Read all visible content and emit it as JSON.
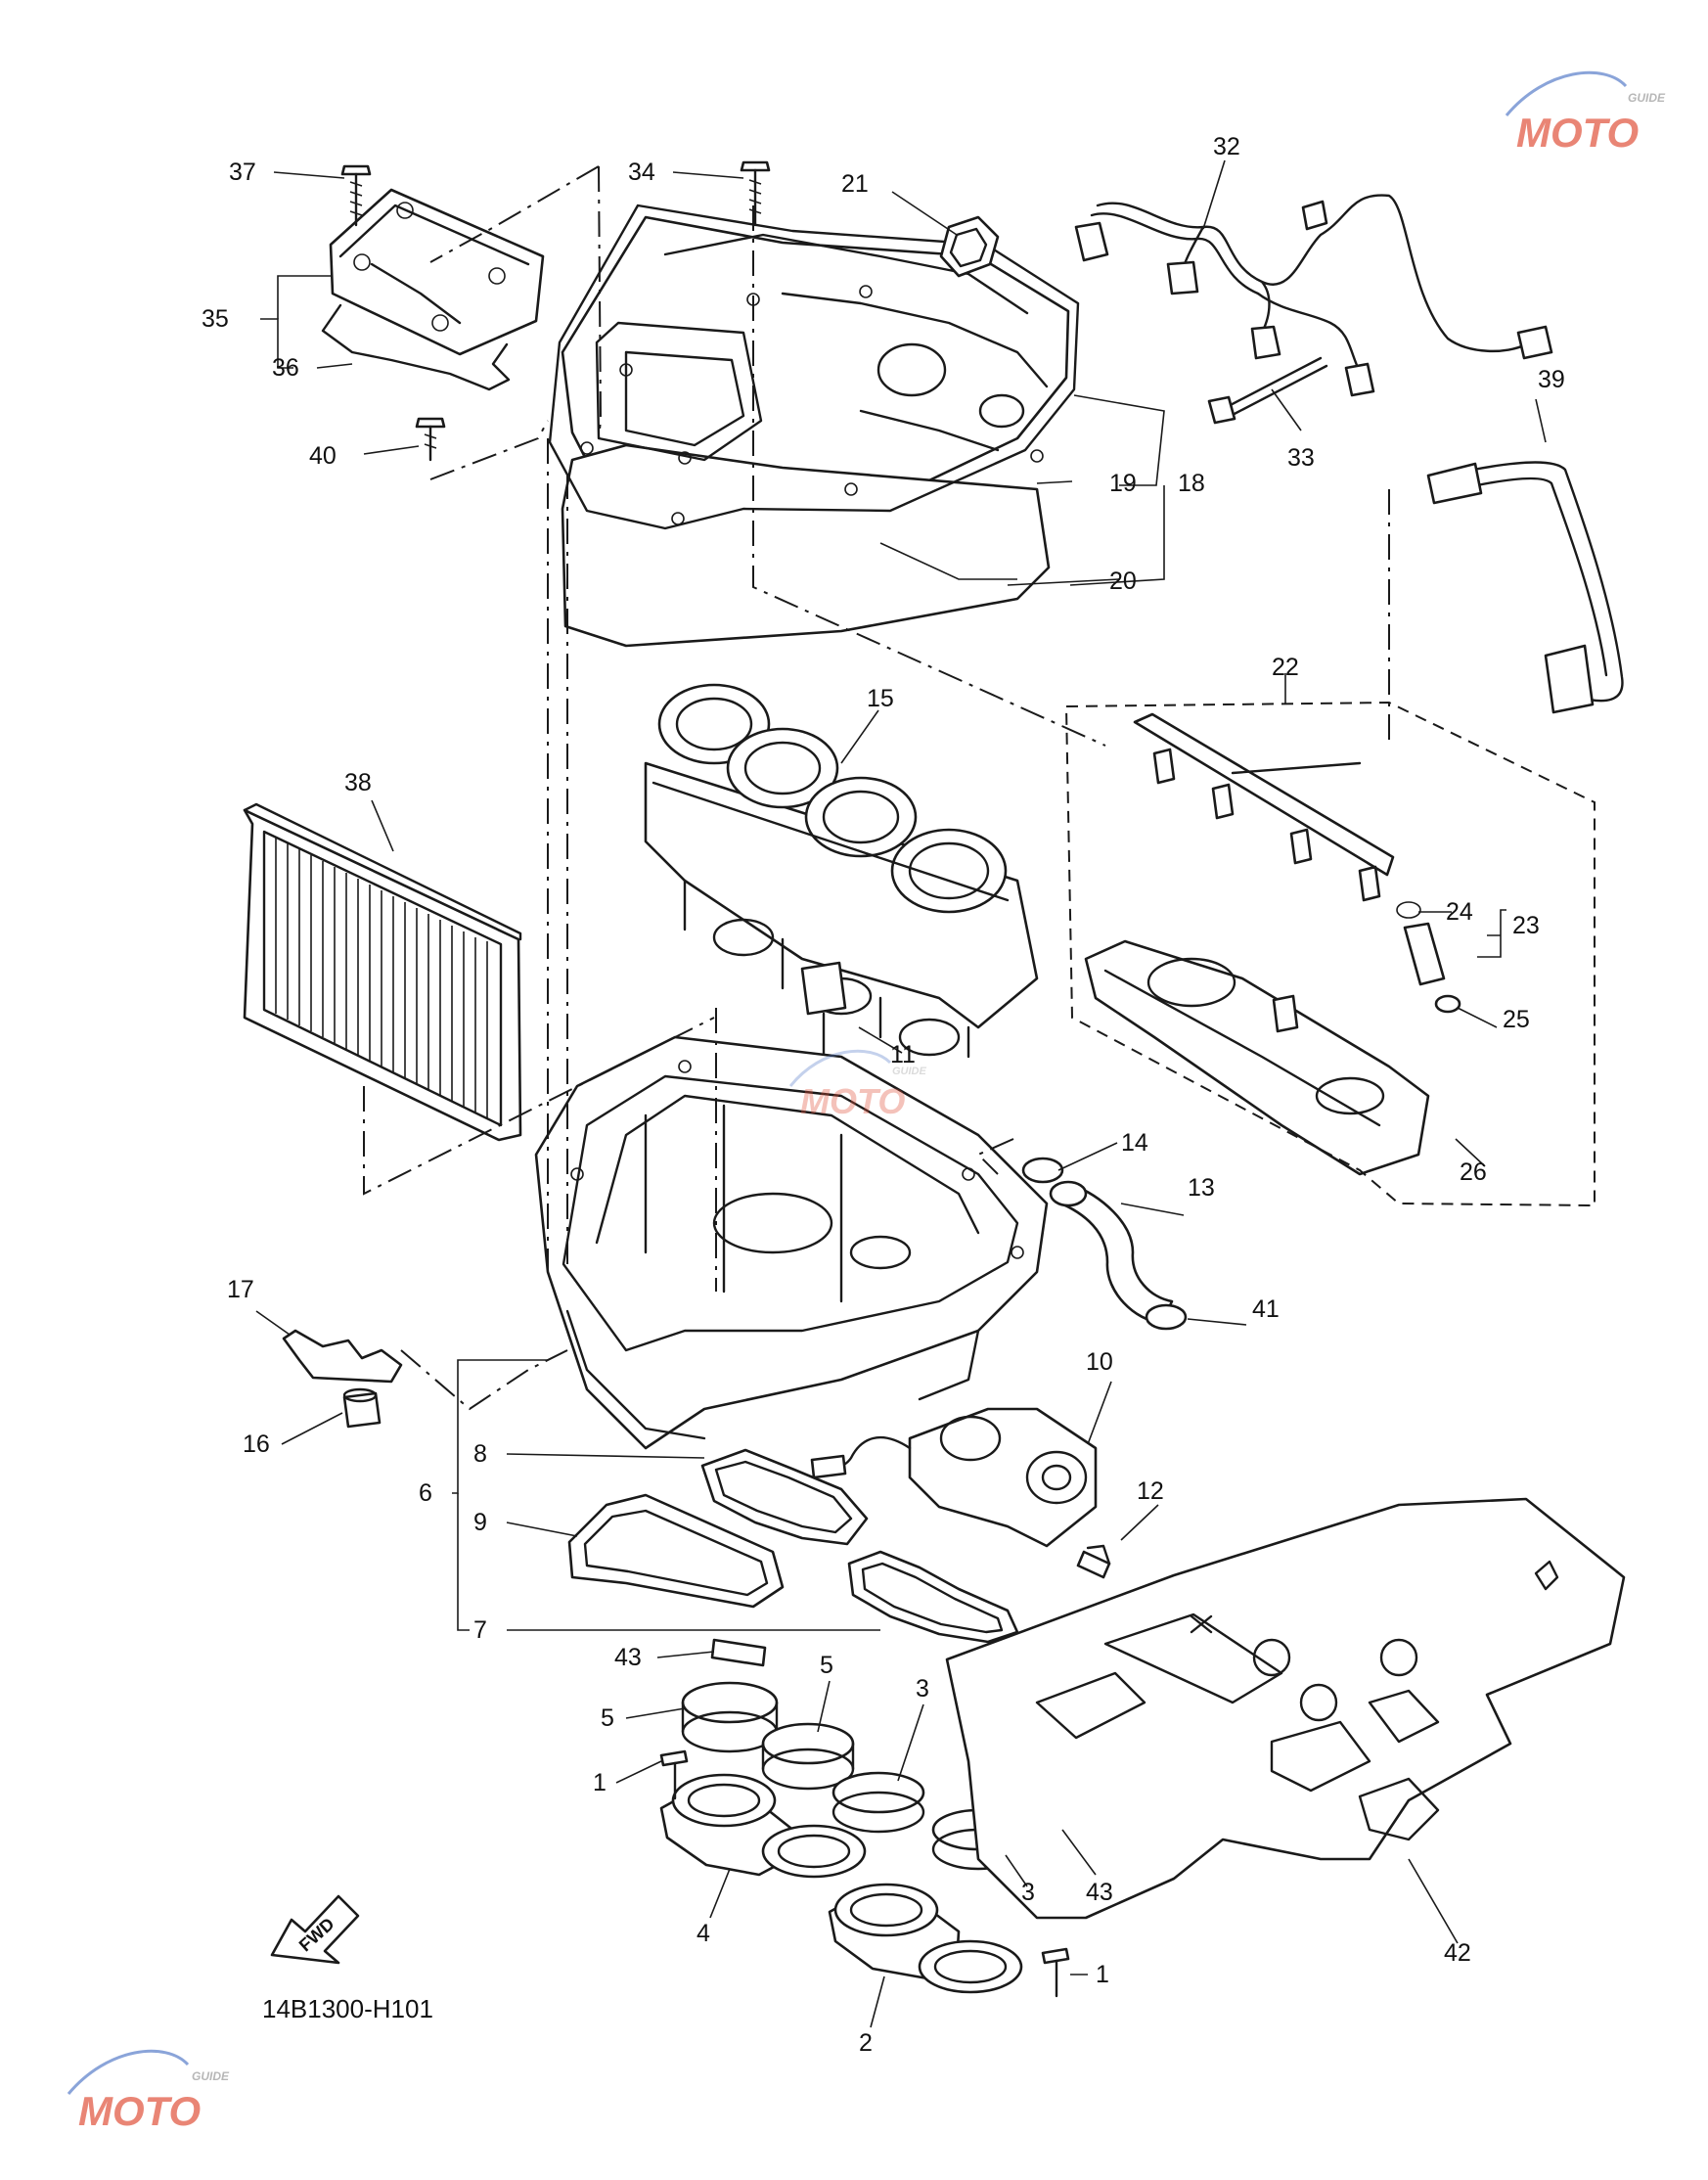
{
  "diagram": {
    "code": "14B1300-H101",
    "fwd_label": "FWD",
    "watermark": {
      "text": "MOTO",
      "sub": "GUIDE"
    },
    "labels": [
      {
        "id": "l1a",
        "text": "1"
      },
      {
        "id": "l1b",
        "text": "1"
      },
      {
        "id": "l2",
        "text": "2"
      },
      {
        "id": "l3a",
        "text": "3"
      },
      {
        "id": "l3b",
        "text": "3"
      },
      {
        "id": "l4",
        "text": "4"
      },
      {
        "id": "l5a",
        "text": "5"
      },
      {
        "id": "l5b",
        "text": "5"
      },
      {
        "id": "l6",
        "text": "6"
      },
      {
        "id": "l7",
        "text": "7"
      },
      {
        "id": "l8",
        "text": "8"
      },
      {
        "id": "l9",
        "text": "9"
      },
      {
        "id": "l10",
        "text": "10"
      },
      {
        "id": "l11",
        "text": "11"
      },
      {
        "id": "l12",
        "text": "12"
      },
      {
        "id": "l13",
        "text": "13"
      },
      {
        "id": "l14",
        "text": "14"
      },
      {
        "id": "l15",
        "text": "15"
      },
      {
        "id": "l16",
        "text": "16"
      },
      {
        "id": "l17",
        "text": "17"
      },
      {
        "id": "l18",
        "text": "18"
      },
      {
        "id": "l19",
        "text": "19"
      },
      {
        "id": "l20",
        "text": "20"
      },
      {
        "id": "l21",
        "text": "21"
      },
      {
        "id": "l22",
        "text": "22"
      },
      {
        "id": "l23",
        "text": "23"
      },
      {
        "id": "l24",
        "text": "24"
      },
      {
        "id": "l25",
        "text": "25"
      },
      {
        "id": "l26",
        "text": "26"
      },
      {
        "id": "l32",
        "text": "32"
      },
      {
        "id": "l33",
        "text": "33"
      },
      {
        "id": "l34",
        "text": "34"
      },
      {
        "id": "l35",
        "text": "35"
      },
      {
        "id": "l36",
        "text": "36"
      },
      {
        "id": "l37",
        "text": "37"
      },
      {
        "id": "l38",
        "text": "38"
      },
      {
        "id": "l39",
        "text": "39"
      },
      {
        "id": "l40",
        "text": "40"
      },
      {
        "id": "l41",
        "text": "41"
      },
      {
        "id": "l42",
        "text": "42"
      },
      {
        "id": "l43a",
        "text": "43"
      },
      {
        "id": "l43b",
        "text": "43"
      }
    ]
  },
  "colors": {
    "line": "#1a1a1a",
    "watermark_red": "#e0523c",
    "watermark_blue": "#5a7ec9"
  }
}
